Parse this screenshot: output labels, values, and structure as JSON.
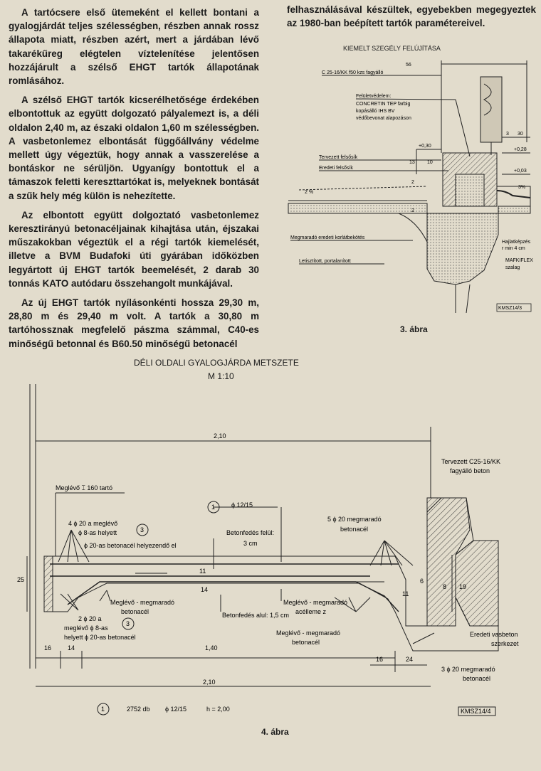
{
  "text_left": [
    "A tartócsere első ütemeként el kellett bontani a gyalogjárdát teljes szélességben, részben annak rossz állapota miatt, részben azért, mert a járdában lévő takarékűreg elégtelen víztelenítése jelentősen hozzájárult a szélső EHGT tartók állapotának romlásához.",
    "A szélső EHGT tartók kicserélhetősége érdekében elbontottuk az együtt dolgozató pályalemezt is, a déli oldalon 2,40 m, az északi oldalon 1,60 m szélességben. A vasbetonlemez elbontását függőállvány védelme mellett úgy végeztük, hogy annak a vasszerelése a bontáskor ne sérüljön. Ugyanígy bontottuk el a támaszok feletti kereszttartókat is, melyeknek bontását a szűk hely még külön is nehezítette.",
    "Az elbontott együtt dolgoztató vasbetonlemez keresztirányú betonacéljainak kihajtása után, éjszakai műszakokban végeztük el a régi tartók kiemelését, illetve a BVM Budafoki úti gyárában időközben legyártott új EHGT tartók beemelését, 2 darab 30 tonnás KATO autódaru összehangolt munkájával.",
    "Az új EHGT tartók nyílásonkénti hossza 29,30 m, 28,80 m és 29,40 m volt. A tartók a 30,80 m tartóhossznak megfelelő pászma számmal, C40-es minőségű betonnal és B60.50 minőségű betonacél"
  ],
  "text_right": "felhasználásával készültek, egyebekben megegyeztek az 1980-ban beépített tartók paramétereivel.",
  "fig3": {
    "title": "KIEMELT SZEGÉLY FELÚJÍTÁSA",
    "caption": "3. ábra",
    "code": "KMSZ14/3",
    "labels": {
      "dim56": "56",
      "concrete": "C 25-16/KK f50 kzs fagyálló",
      "protect1": "Felületvédelem:",
      "protect2": "CONCRETIN TEP farbig",
      "protect3": "kopásálló IHS BV",
      "protect4": "védőbevonat alapozáson",
      "dim3": "3",
      "dim30": "30",
      "p030": "+0,30",
      "p028": "+0,28",
      "p003": "+0,03",
      "planned": "Tervezett felsősík",
      "original": "Eredeti felsősík",
      "n13": "13",
      "n10": "10",
      "n2a": "2",
      "n2b": "2",
      "slope2": "2 %",
      "slope3": "3%",
      "keep": "Megmaradó eredeti korlátbekötés",
      "cut": "Letisztított, portalanított",
      "hollow1": "Hajlatképzés",
      "hollow2": "r min 4 cm",
      "mafki1": "MAFKIFLEX",
      "mafki2": "szalag"
    }
  },
  "fig4": {
    "title": "DÉLI OLDALI GYALOGJÁRDA METSZETE",
    "scale": "M 1:10",
    "caption": "4. ábra",
    "code": "KMSZ14/4",
    "labels": {
      "dim_top": "2,10",
      "dim_bottom": "2,10",
      "planned1": "Tervezett C25-16/KK",
      "planned2": "fagyálló beton",
      "existing_beam": "Meglévő ⌶ 160 tartó",
      "circle1": "1",
      "bar1215": "ϕ 12/15",
      "a1": "4 ϕ 20 a meglévő",
      "a2": "ϕ 8-as helyett",
      "a3": "ϕ 20-as betonacél helyezendő el",
      "circle3a": "3",
      "cover_top1": "Betonfedés felül:",
      "cover_top2": "3 cm",
      "five1": "5  ϕ 20 megmaradó",
      "five2": "betonacél",
      "dim25": "25",
      "n11": "11",
      "n14": "14",
      "n8": "8",
      "n19": "19",
      "n6": "6",
      "n11b": "11",
      "keep1": "Meglévő - megmaradó",
      "keep1b": "betonacél",
      "cover_bot": "Betonfedés alul: 1,5 cm",
      "keep2": "Meglévő - megmaradó",
      "keep2b": "acélleme z",
      "b1": "2  ϕ 20 a",
      "b2": "meglévő ϕ 8-as",
      "b3": "helyett ϕ 20-as betonacél",
      "circle3b": "3",
      "keep3": "Meglévő - megmaradó",
      "keep3b": "betonacél",
      "orig1": "Eredeti  vasbeton",
      "orig2": "szerkezet",
      "d16": "16",
      "d14": "14",
      "d140": "1,40",
      "d16b": "16",
      "d24": "24",
      "three1": "3 ϕ 20 megmaradó",
      "three2": "betonacél",
      "legend_circle": "1",
      "legend_count": "2752 db",
      "legend_bar": "ϕ 12/15",
      "legend_h": "h = 2,00"
    }
  }
}
